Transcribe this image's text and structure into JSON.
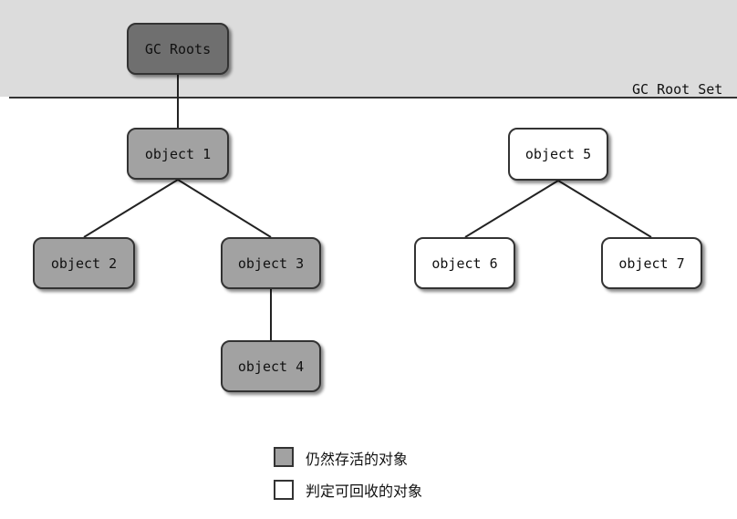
{
  "root_set_label": "GC Root Set",
  "nodes": {
    "gc_roots": "GC Roots",
    "object1": "object 1",
    "object2": "object 2",
    "object3": "object 3",
    "object4": "object 4",
    "object5": "object 5",
    "object6": "object 6",
    "object7": "object 7"
  },
  "legend": {
    "live": "仍然存活的对象",
    "collectable": "判定可回收的对象"
  },
  "colors": {
    "root": "#6f6f6f",
    "live": "#a2a2a2",
    "collectable": "#ffffff"
  }
}
